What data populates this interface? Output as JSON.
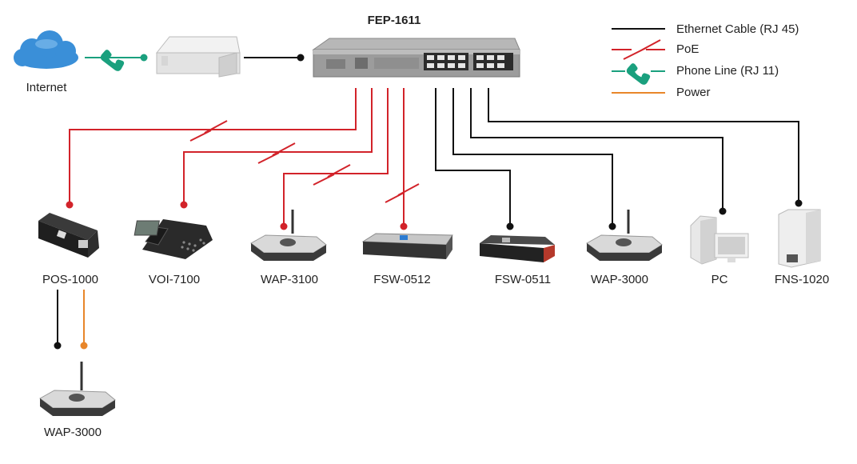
{
  "colors": {
    "ethernet": "#111111",
    "poe": "#d2232a",
    "phone": "#1aa07e",
    "power": "#e8862a",
    "cloud": "#3a8fd8",
    "device_dark": "#2b2b2b",
    "device_light": "#e6e6e6"
  },
  "switch": {
    "label": "FEP-1611"
  },
  "internet": {
    "label": "Internet",
    "icon": "cloud-icon"
  },
  "legend": [
    {
      "key": "ethernet",
      "label": "Ethernet Cable (RJ 45)",
      "icon": "ethernet-line-icon"
    },
    {
      "key": "poe",
      "label": "PoE",
      "icon": "poe-bolt-icon"
    },
    {
      "key": "phone",
      "label": "Phone Line (RJ 11)",
      "icon": "phone-handset-icon"
    },
    {
      "key": "power",
      "label": "Power",
      "icon": "power-line-icon"
    }
  ],
  "devices": [
    {
      "label": "POS-1000",
      "icon": "poe-injector-icon",
      "link": "poe"
    },
    {
      "label": "VOI-7100",
      "icon": "ip-phone-icon",
      "link": "poe"
    },
    {
      "label": "WAP-3100",
      "icon": "access-point-icon",
      "link": "poe"
    },
    {
      "label": "FSW-0512",
      "icon": "switch-icon",
      "link": "poe"
    },
    {
      "label": "FSW-0511",
      "icon": "switch-icon",
      "link": "ethernet"
    },
    {
      "label": "WAP-3000",
      "icon": "access-point-icon",
      "link": "ethernet"
    },
    {
      "label": "PC",
      "icon": "desktop-pc-icon",
      "link": "ethernet"
    },
    {
      "label": "FNS-1020",
      "icon": "nas-icon",
      "link": "ethernet"
    }
  ],
  "downstream": {
    "label": "WAP-3000",
    "icon": "access-point-icon",
    "links": [
      "ethernet",
      "power"
    ]
  }
}
